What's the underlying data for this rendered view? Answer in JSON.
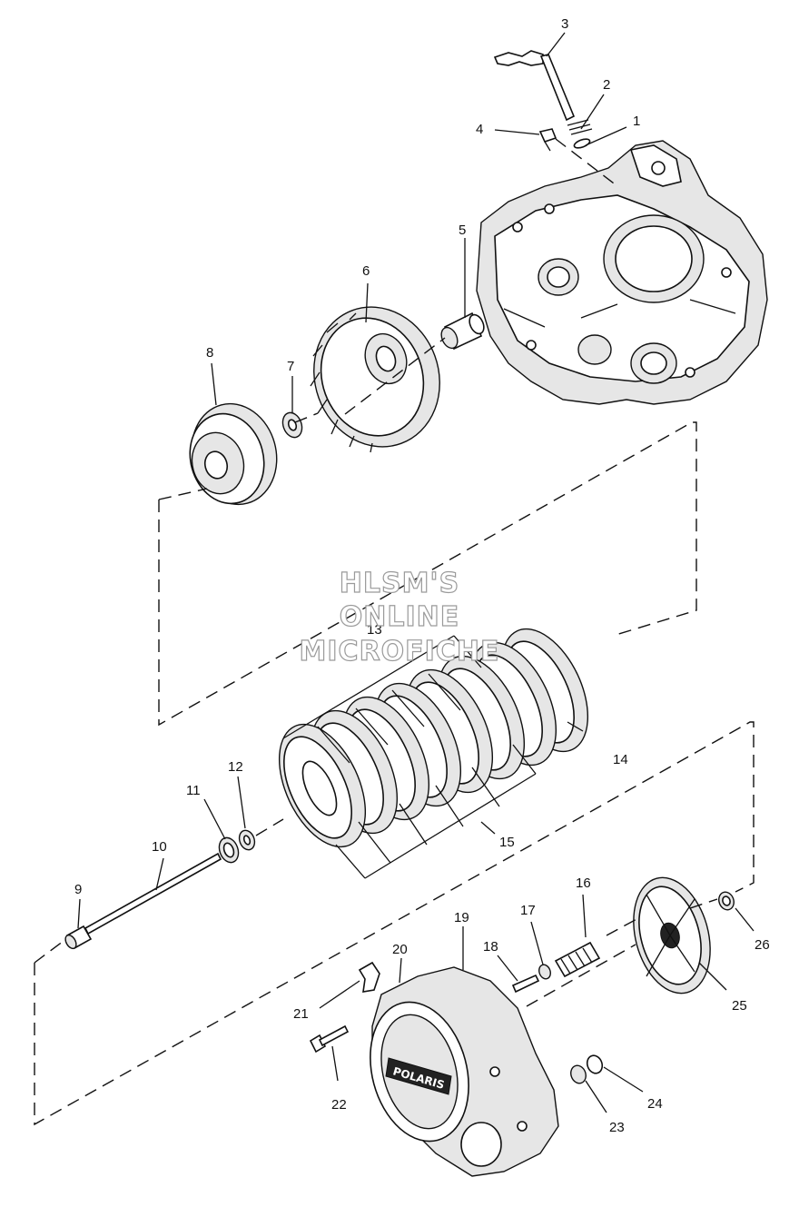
{
  "watermark": {
    "line1": "HLSM'S",
    "line2": "ONLINE",
    "line3": "MICROFICHE"
  },
  "cover_logo": "POLARIS",
  "callouts": [
    "1",
    "2",
    "3",
    "4",
    "5",
    "6",
    "7",
    "8",
    "9",
    "10",
    "11",
    "12",
    "13",
    "14",
    "15",
    "16",
    "17",
    "18",
    "19",
    "20",
    "21",
    "22",
    "23",
    "24",
    "25",
    "26"
  ]
}
